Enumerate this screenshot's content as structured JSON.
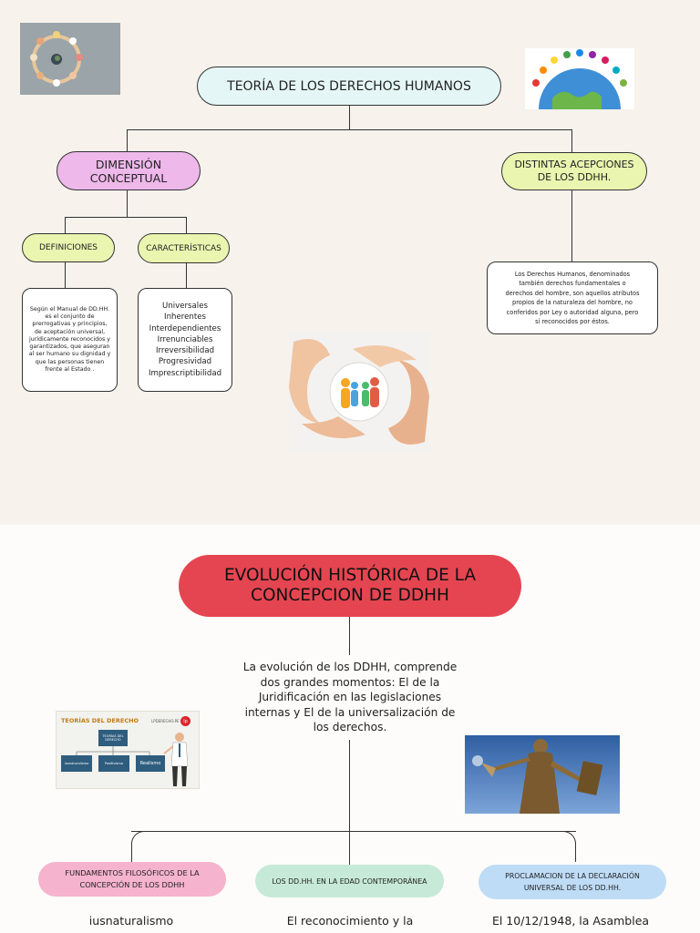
{
  "page1": {
    "title": "TEORÍA DE LOS DERECHOS HUMANOS",
    "dimension": "DIMENSIÓN\nCONCEPTUAL",
    "acepciones": "DISTINTAS ACEPCIONES\nDE LOS DDHH.",
    "definiciones": "DEFINICIONES",
    "caracteristicas": "CARACTERÍSTICAS",
    "definicion_text": "Según el Manual de DD.HH.\nes el conjunto de\nprerrogativas y principios,\nde aceptación universal,\njurídicamente reconocidos y\ngarantizados, que aseguran\nal ser humano su dignidad y\nque las personas tienen\nfrente al Estado .",
    "caracteristicas_list": "Universales\nInherentes\nInterdependientes\nIrrenunciables\nIrreversibilidad\nProgresividad\nImprescriptibilidad",
    "acepciones_text": "Los Derechos Humanos, denominados\ntambién derechos fundamentales o\nderechos del hombre, son aquellos atributos\npropios de la naturaleza del hombre, no\nconferidos por Ley o autoridad alguna, pero\nsí reconocidos por éstos."
  },
  "page2": {
    "title": "EVOLUCIÓN HISTÓRICA DE LA\nCONCEPCION DE DDHH",
    "intro": "La evolución de los DDHH, comprende\ndos grandes momentos: El de la\nJuridificación en las legislaciones\ninternas y  El de la universalización de\nlos derechos.",
    "fundamentos": "FUNDAMENTOS FILOSÓFICOS DE LA\nCONCEPCIÓN DE LOS DDHH",
    "edad": "LOS DD.HH. EN LA EDAD CONTEMPORÁNEA",
    "proclamacion": "PROCLAMACION DE LA DECLARACIÓN\nUNIVERSAL DE LOS DD.HH.",
    "bottom_left": "iusnaturalismo",
    "bottom_mid": "El reconocimiento y la",
    "bottom_right": "El 10/12/1948, la Asamblea",
    "theory_img": {
      "title": "TEORÍAS DEL DERECHO",
      "brand": "LPDERECHO.PE",
      "brand_badge": "lp",
      "center": "TEORÍAS DEL\nDERECHO",
      "items": [
        "Iusnaturalismo",
        "Positivismo",
        "Realismo"
      ]
    }
  },
  "colors": {
    "title_box": "#e4f7f6",
    "pink": "#eeb8ea",
    "yellow": "#eaf5b0",
    "red": "#e54551",
    "pink2": "#f6b3cd",
    "green2": "#c6ead7",
    "blue2": "#bfdcf6"
  }
}
